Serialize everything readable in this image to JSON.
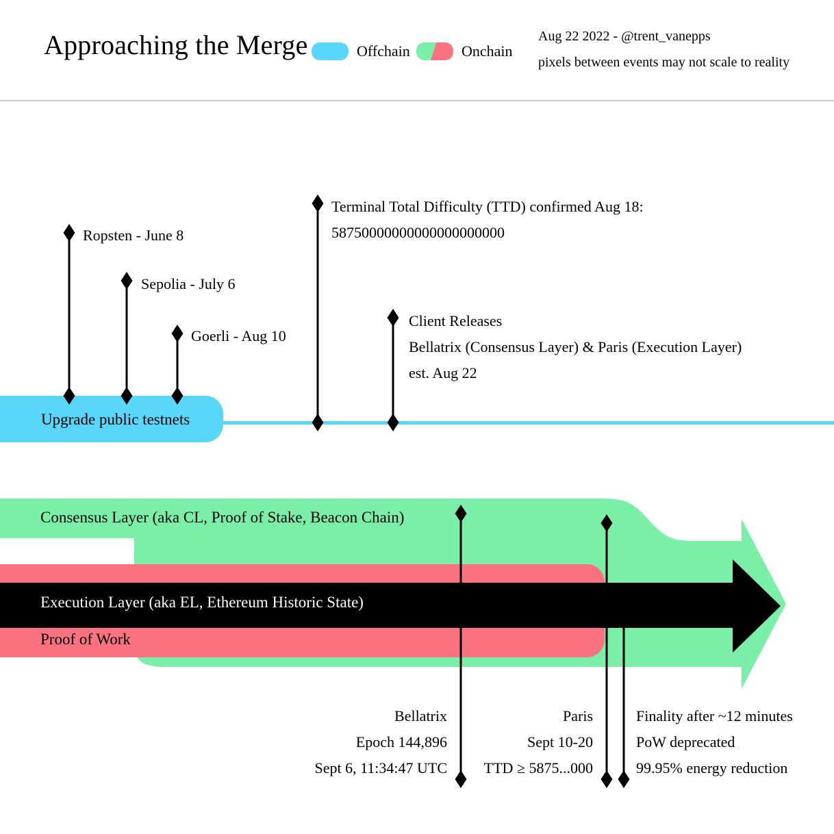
{
  "header": {
    "title": "Approaching the Merge",
    "legend": [
      {
        "label": "Offchain",
        "color": "#5bd6fb",
        "icon": "offchain-swatch"
      },
      {
        "label": "Onchain",
        "color": "#7befa8",
        "color2": "#fb7280",
        "icon": "onchain-swatch"
      }
    ],
    "attribution_line1": "Aug 22 2022 - @trent_vanepps",
    "attribution_line2": "pixels between events may not scale to reality"
  },
  "offchain": {
    "bar_label": "Upgrade public testnets",
    "testnets": [
      {
        "label": "Ropsten - June 8"
      },
      {
        "label": "Sepolia - July 6"
      },
      {
        "label": "Goerli - Aug 10"
      }
    ],
    "events": [
      {
        "lines": [
          "Terminal Total Difficulty (TTD) confirmed Aug 18:",
          "58750000000000000000000"
        ]
      },
      {
        "lines": [
          "Client Releases",
          "Bellatrix (Consensus Layer) & Paris (Execution Layer)",
          "est. Aug 22"
        ]
      }
    ]
  },
  "onchain": {
    "consensus_layer_label": "Consensus Layer (aka CL, Proof of Stake, Beacon Chain)",
    "execution_layer_label": "Execution Layer (aka EL, Ethereum Historic State)",
    "proof_of_work_label": "Proof of Work",
    "events": [
      {
        "name": "bellatrix",
        "lines": [
          "Bellatrix",
          "Epoch 144,896",
          "Sept 6, 11:34:47 UTC"
        ]
      },
      {
        "name": "paris",
        "lines": [
          "Paris",
          "Sept 10-20",
          "TTD ≥ 5875...000"
        ]
      },
      {
        "name": "finality",
        "lines": [
          "Finality after ~12 minutes",
          "PoW deprecated",
          "99.95% energy reduction"
        ]
      }
    ]
  },
  "colors": {
    "offchain": "#5bd6fb",
    "consensus": "#7befa8",
    "proof_of_work": "#fb7280",
    "execution": "#000000",
    "background": "#ffffff",
    "divider": "#c9c9c9"
  }
}
